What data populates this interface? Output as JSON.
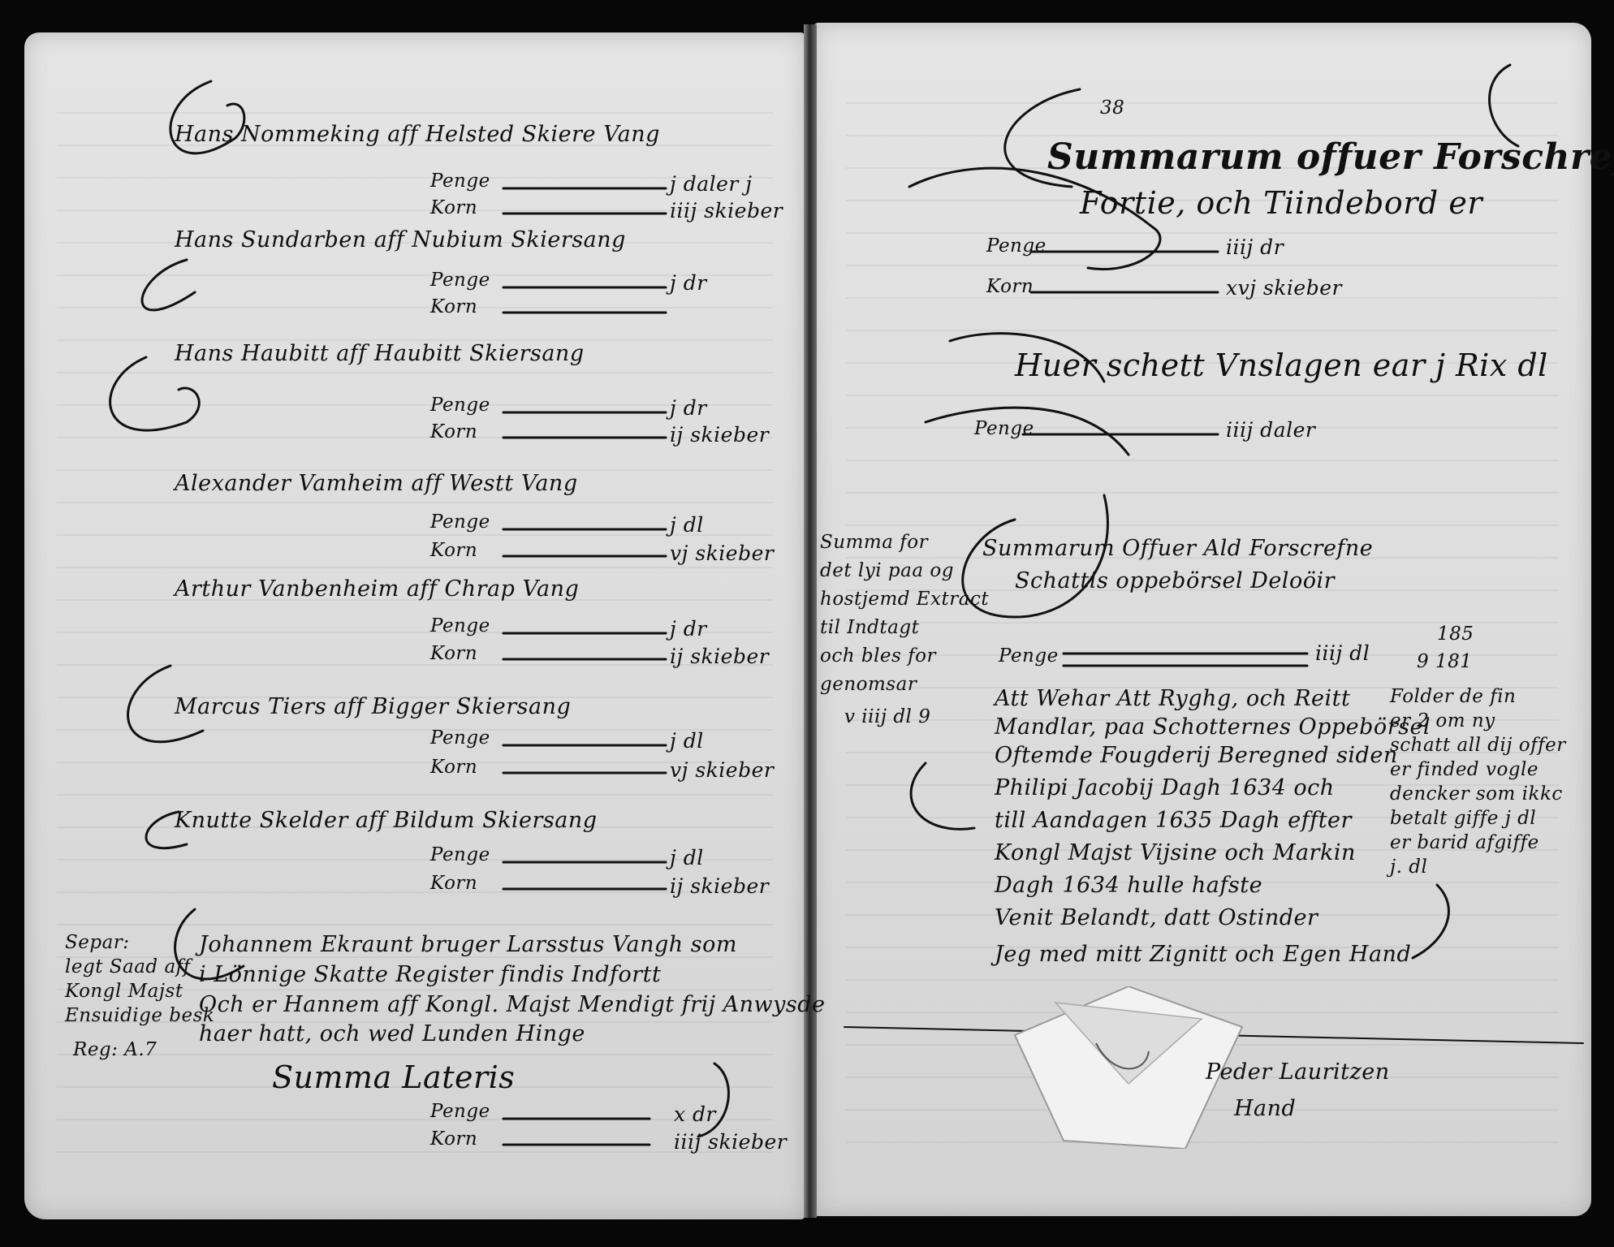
{
  "document": {
    "left_page": {
      "entries": [
        {
          "name": "Hans Nommeking aff Helsted Skiere Vang",
          "penge": "j daler j",
          "korn": "iiij skieber"
        },
        {
          "name": "Hans Sundarben aff Nubium Skiersang",
          "penge": "j dr",
          "korn": ""
        },
        {
          "name": "Hans Haubitt aff Haubitt Skiersang",
          "penge": "j dr",
          "korn": "ij skieber"
        },
        {
          "name": "Alexander Vamheim aff Westt Vang",
          "penge": "j dl",
          "korn": "vj skieber"
        },
        {
          "name": "Arthur Vanbenheim aff Chrap Vang",
          "penge": "j dr",
          "korn": "ij skieber"
        },
        {
          "name": "Marcus Tiers aff Bigger Skiersang",
          "penge": "j dl",
          "korn": "vj skieber"
        },
        {
          "name": "Knutte Skelder aff Bildum Skiersang",
          "penge": "j dl",
          "korn": "ij skieber"
        }
      ],
      "penge_label": "Penge",
      "korn_label": "Korn",
      "note_line_1": "Johannem Ekraunt bruger Larsstus Vangh som",
      "note_line_2": "i Lönnige Skatte Register findis Indfortt",
      "note_line_3": "Och er Hannem aff Kongl. Majst Mendigt frij Anwysde",
      "note_line_4": "haer hatt, och wed Lunden Hinge",
      "margin_note": [
        "Separ:",
        "legt Saad aff",
        "Kongl Majst",
        "Ensuidige besk",
        "Reg: A.7"
      ],
      "summa_label": "Summa Lateris",
      "summa_penge": "x dr",
      "summa_korn": "iiij skieber"
    },
    "right_page": {
      "page_number": "38",
      "heading_line_1": "Summarum offuer Forschrefne",
      "heading_line_2": "Fortie, och Tiindebord er",
      "sum1_penge": "iiij dr",
      "sum1_korn": "xvj skieber",
      "line_2": "Huer schett Vnslagen ear j Rix dl",
      "sum2_penge": "iiij daler",
      "margin_left": [
        "Summa for",
        "det lyi paa og",
        "hostjemd Extract",
        "til Indtagt",
        "och bles for",
        "genomsar",
        "v iiij dl 9"
      ],
      "heading2_line_1": "Summarum Offuer Ald Forscrefne",
      "heading2_line_2": "Schattis oppebörsel Deloöir",
      "total_penge": "Penge",
      "total_value": "iiij dl",
      "body_lines": [
        "Att Wehar Att Ryghg, och Reitt",
        "Mandlar, paa Schotternes Oppebörsel",
        "Oftemde Fougderij Beregned siden",
        "Philipi Jacobij Dagh 1634 och",
        "till Aandagen 1635 Dagh effter",
        "Kongl Majst Vijsine och Markin",
        "Dagh 1634 hulle hafste",
        "Venit Belandt, datt Ostinder",
        "Jeg med mitt Zignitt och Egen Hand"
      ],
      "margin_right": [
        "185",
        "9 181",
        "Folder de fin",
        "er 2 om ny",
        "schatt all dij offer",
        "er finded vogle",
        "dencker som ikkc",
        "betalt giffe j dl",
        "er barid afgiffe",
        "j. dl"
      ],
      "signature": [
        "Peder Lauritzen",
        "Hand"
      ]
    }
  }
}
